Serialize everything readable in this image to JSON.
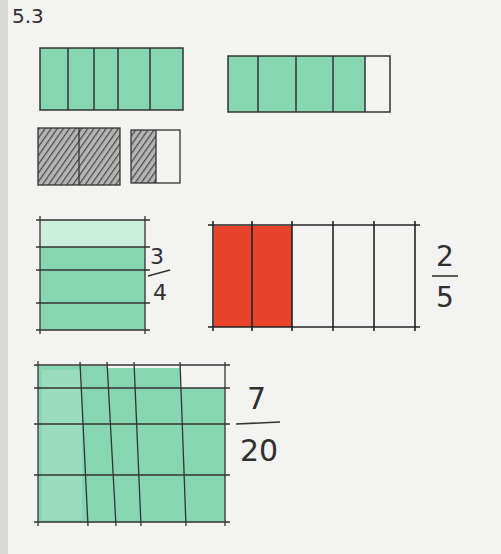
{
  "diagram": {
    "title": "5.3",
    "labels": [
      "3",
      "4",
      "2",
      "5",
      "7",
      "20"
    ]
  }
}
